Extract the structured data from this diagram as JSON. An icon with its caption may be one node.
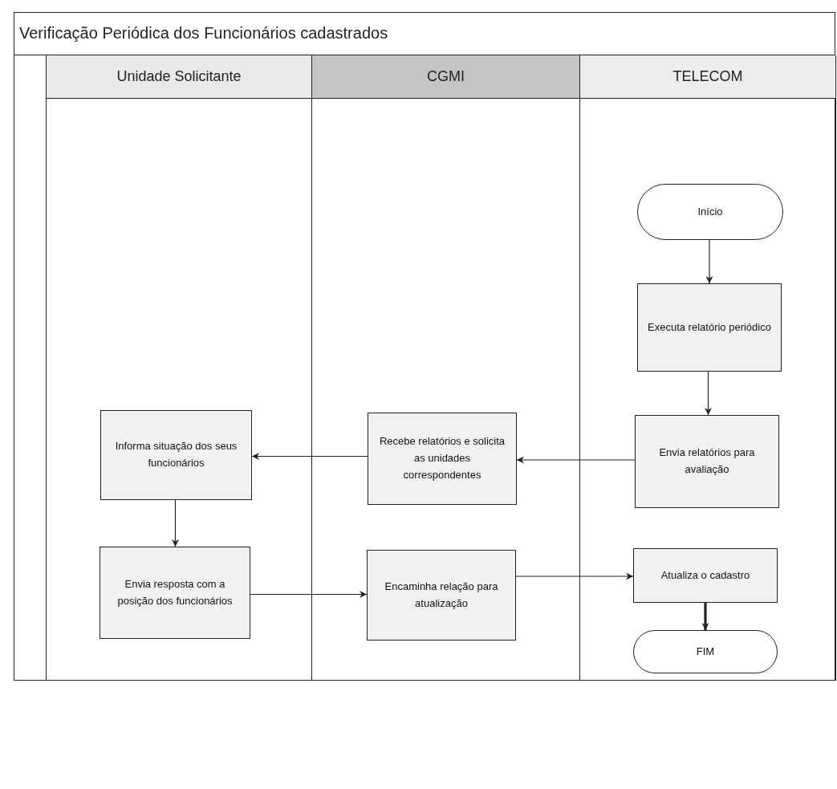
{
  "diagram": {
    "title": "Verificação Periódica dos Funcionários cadastrados",
    "nodes": [
      {
        "text": [
          "Unidade Solicitante"
        ]
      },
      {
        "text": [
          "CGMI"
        ]
      },
      {
        "text": [
          "TELECOM"
        ]
      },
      {
        "text": [
          "Início"
        ],
        "in": 2
      },
      {
        "text": [
          "Executa relatório periódico"
        ],
        "in": 2
      },
      {
        "text": [
          "Envia relatórios para avaliação"
        ],
        "in": 2
      },
      {
        "text": [
          "Recebe relatórios e solicita as unidades correspondentes"
        ],
        "in": 1
      },
      {
        "text": [
          "Informa situação dos seus funcionários"
        ],
        "in": 0
      },
      {
        "text": [
          "Envia resposta com a posição dos funcionários"
        ],
        "in": 0
      },
      {
        "text": [
          "Encaminha relação para atualização"
        ],
        "in": 1
      },
      {
        "text": [
          "Atualiza o cadastro"
        ],
        "in": 2
      },
      {
        "text": [
          "FIM"
        ],
        "in": 2
      }
    ],
    "edges": [
      {
        "from": 3,
        "to": 4,
        "arrow": "to"
      },
      {
        "from": 4,
        "to": 5,
        "arrow": "to"
      },
      {
        "from": 5,
        "to": 6,
        "arrow": "to"
      },
      {
        "from": 6,
        "to": 7,
        "arrow": "to"
      },
      {
        "from": 7,
        "to": 8,
        "arrow": "to"
      },
      {
        "from": 8,
        "to": 9,
        "arrow": "to"
      },
      {
        "from": 9,
        "to": 10,
        "arrow": "to"
      },
      {
        "from": 10,
        "to": 11,
        "arrow": "to",
        "style": "thick"
      }
    ]
  }
}
